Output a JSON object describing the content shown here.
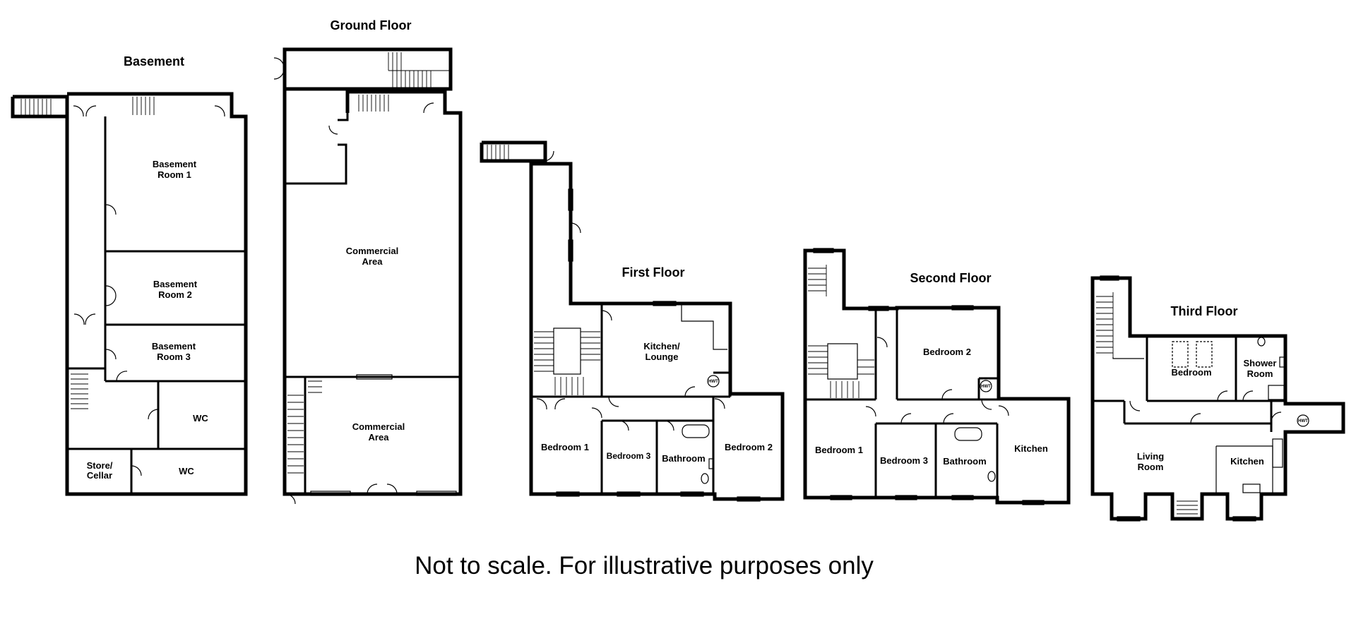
{
  "floors": {
    "basement": {
      "title": "Basement",
      "rooms": {
        "room1": [
          "Basement",
          "Room 1"
        ],
        "room2": [
          "Basement",
          "Room 2"
        ],
        "room3": [
          "Basement",
          "Room 3"
        ],
        "wc1": "WC",
        "wc2": "WC",
        "store": [
          "Store/",
          "Cellar"
        ]
      }
    },
    "ground": {
      "title": "Ground Floor",
      "rooms": {
        "commercial1": [
          "Commercial",
          "Area"
        ],
        "commercial2": [
          "Commercial",
          "Area"
        ]
      }
    },
    "first": {
      "title": "First Floor",
      "rooms": {
        "kitchen": [
          "Kitchen/",
          "Lounge"
        ],
        "bedroom1": "Bedroom 1",
        "bedroom3": "Bedroom 3",
        "bathroom": "Bathroom",
        "bedroom2": "Bedroom 2",
        "hwt": "HWT"
      }
    },
    "second": {
      "title": "Second Floor",
      "rooms": {
        "bedroom2": "Bedroom 2",
        "bedroom1": "Bedroom 1",
        "bedroom3": "Bedroom 3",
        "bathroom": "Bathroom",
        "kitchen": "Kitchen",
        "hwt": "HWT"
      }
    },
    "third": {
      "title": "Third Floor",
      "rooms": {
        "bedroom": "Bedroom",
        "shower": [
          "Shower",
          "Room"
        ],
        "living": [
          "Living",
          "Room"
        ],
        "kitchen": "Kitchen",
        "hwt": "HWT"
      }
    }
  },
  "footer_note": "Not to scale. For illustrative purposes only"
}
